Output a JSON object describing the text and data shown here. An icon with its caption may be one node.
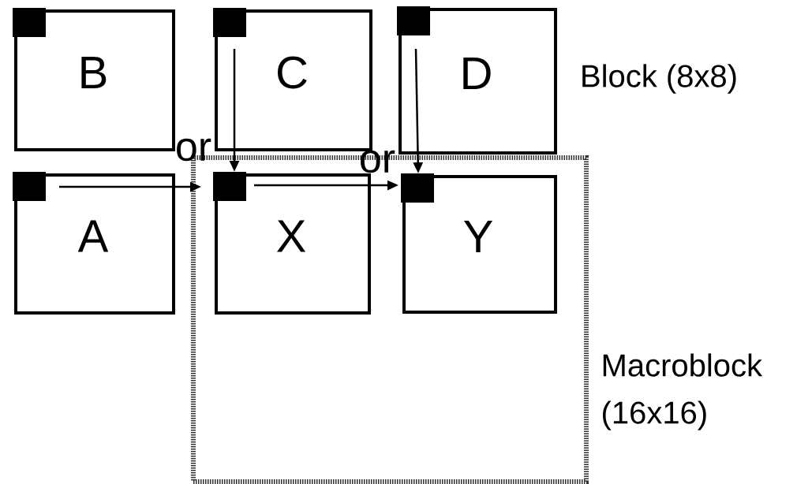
{
  "diagram": {
    "nodes": [
      {
        "text": [
          "B"
        ]
      },
      {
        "text": [
          "C"
        ]
      },
      {
        "text": [
          "D"
        ]
      },
      {
        "text": [
          "A"
        ]
      },
      {
        "text": [
          "Macroblock (16x16)"
        ]
      },
      {
        "text": [
          "X"
        ],
        "in": 4
      },
      {
        "text": [
          "Y"
        ],
        "in": 4
      }
    ],
    "edges": [
      {
        "from": 3,
        "to": 5,
        "arrow": "to"
      },
      {
        "from": 1,
        "to": 5,
        "arrow": "to"
      },
      {
        "from": 5,
        "to": 6,
        "arrow": "to"
      },
      {
        "from": 2,
        "to": 6,
        "arrow": "to"
      }
    ],
    "labels": [
      "Block (8x8)",
      "or",
      "or"
    ]
  }
}
